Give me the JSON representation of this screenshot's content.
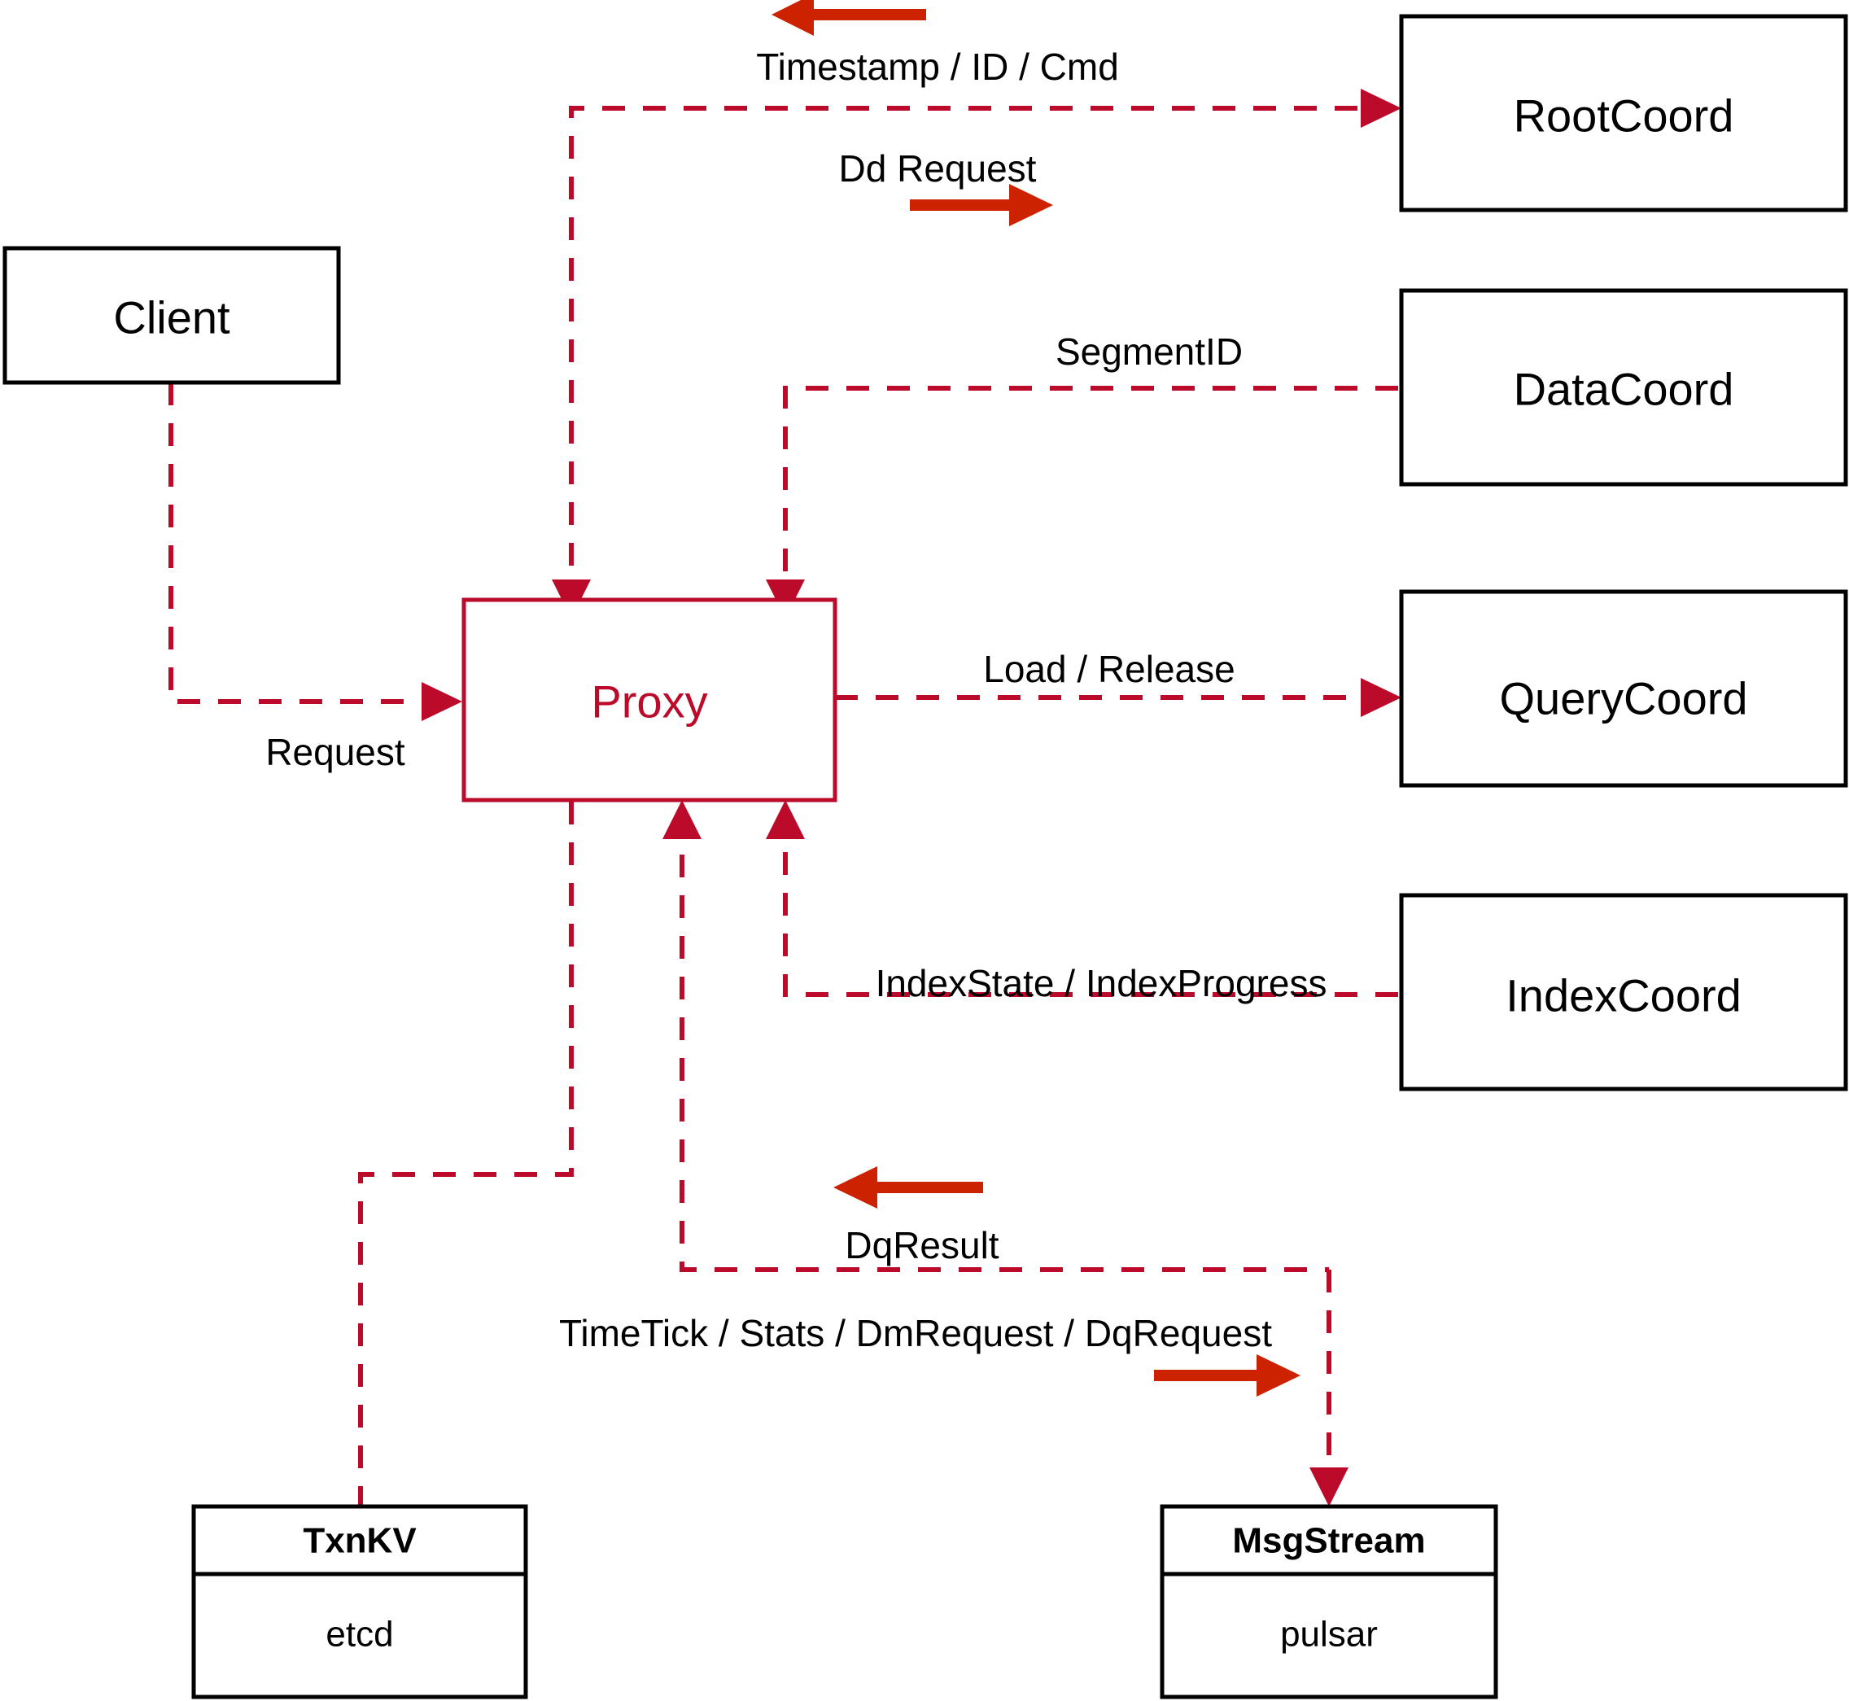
{
  "diagram": {
    "title": "Milvus Proxy interaction diagram",
    "colors": {
      "accent": "#bb0a2a",
      "arrow": "#cc2200",
      "box_stroke": "#000000",
      "background": "#ffffff"
    },
    "nodes": {
      "client": {
        "label": "Client"
      },
      "proxy": {
        "label": "Proxy"
      },
      "root_coord": {
        "label": "RootCoord"
      },
      "data_coord": {
        "label": "DataCoord"
      },
      "query_coord": {
        "label": "QueryCoord"
      },
      "index_coord": {
        "label": "IndexCoord"
      },
      "txnkv": {
        "label": "TxnKV",
        "impl": "etcd"
      },
      "msgstream": {
        "label": "MsgStream",
        "impl": "pulsar"
      }
    },
    "edges": [
      {
        "id": "timestamp-id-cmd",
        "label": "Timestamp / ID / Cmd",
        "from": "RootCoord",
        "to": "Proxy",
        "direction": "left"
      },
      {
        "id": "dd-request",
        "label": "Dd Request",
        "from": "Proxy",
        "to": "RootCoord",
        "direction": "right"
      },
      {
        "id": "segment-id",
        "label": "SegmentID",
        "from": "DataCoord",
        "to": "Proxy",
        "direction": "left"
      },
      {
        "id": "request",
        "label": "Request",
        "from": "Client",
        "to": "Proxy",
        "direction": "right"
      },
      {
        "id": "load-release",
        "label": "Load / Release",
        "from": "Proxy",
        "to": "QueryCoord",
        "direction": "right"
      },
      {
        "id": "index-state-progress",
        "label": "IndexState / IndexProgress",
        "from": "IndexCoord",
        "to": "Proxy",
        "direction": "left"
      },
      {
        "id": "dq-result",
        "label": "DqResult",
        "from": "MsgStream",
        "to": "Proxy",
        "direction": "left"
      },
      {
        "id": "timetick-stats-dm-dq",
        "label": "TimeTick / Stats / DmRequest / DqRequest",
        "from": "Proxy",
        "to": "MsgStream",
        "direction": "right"
      }
    ]
  }
}
